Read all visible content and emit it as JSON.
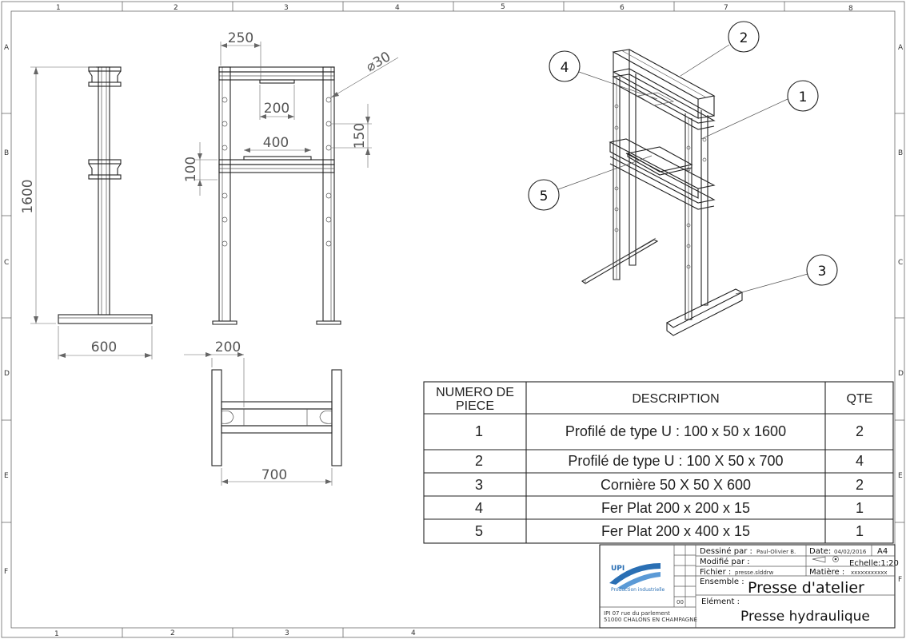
{
  "border": {
    "top_columns": [
      "1",
      "2",
      "3",
      "4",
      "5",
      "6",
      "7",
      "8"
    ],
    "bottom_columns": [
      "1",
      "2",
      "3",
      "4"
    ],
    "rows": [
      "A",
      "B",
      "C",
      "D",
      "E",
      "F"
    ]
  },
  "dimensions": {
    "d250": "250",
    "d_phi30": "⌀30",
    "d200_top": "200",
    "d400": "400",
    "d150": "150",
    "d100": "100",
    "d1600": "1600",
    "d600": "600",
    "d200_bottom": "200",
    "d700": "700"
  },
  "balloons": [
    "1",
    "2",
    "3",
    "4",
    "5"
  ],
  "bom": {
    "headers": {
      "part_number": "NUMERO DE PIECE",
      "description": "DESCRIPTION",
      "qty": "QTE"
    },
    "header_part_line1": "NUMERO DE",
    "header_part_line2": "PIECE",
    "rows": [
      {
        "num": "1",
        "desc": "Profilé de type U : 100 x 50 x 1600",
        "qty": "2"
      },
      {
        "num": "2",
        "desc": "Profilé de type U : 100 X 50 x 700",
        "qty": "4"
      },
      {
        "num": "3",
        "desc": "Cornière 50 X 50 X 600",
        "qty": "2"
      },
      {
        "num": "4",
        "desc": "Fer Plat 200 x 200 x 15",
        "qty": "1"
      },
      {
        "num": "5",
        "desc": "Fer Plat 200 x 400 x 15",
        "qty": "1"
      }
    ]
  },
  "title_block": {
    "drawn_by_label": "Dessiné par :",
    "drawn_by": "Paul-Olivier B.",
    "date_label": "Date:",
    "date": "04/02/2016",
    "format": "A4",
    "modified_by_label": "Modifié par :",
    "scale": "Echelle:1:20",
    "file_label": "Fichier :",
    "file": "presse.slddrw",
    "material_label": "Matière :",
    "material": "xxxxxxxxxxx",
    "assembly_label": "Ensemble :",
    "assembly": "Presse d'atelier",
    "element_label": "Elément :",
    "element": "Presse hydraulique",
    "revision": "00",
    "logo_text": "UPI",
    "logo_sub": "Production industrielle",
    "address_line1": "IPI  07 rue du parlement",
    "address_line2": "51000 CHALONS EN CHAMPAGNE"
  },
  "colors": {
    "logo_blue": "#2a6fb4",
    "line": "#222222"
  }
}
